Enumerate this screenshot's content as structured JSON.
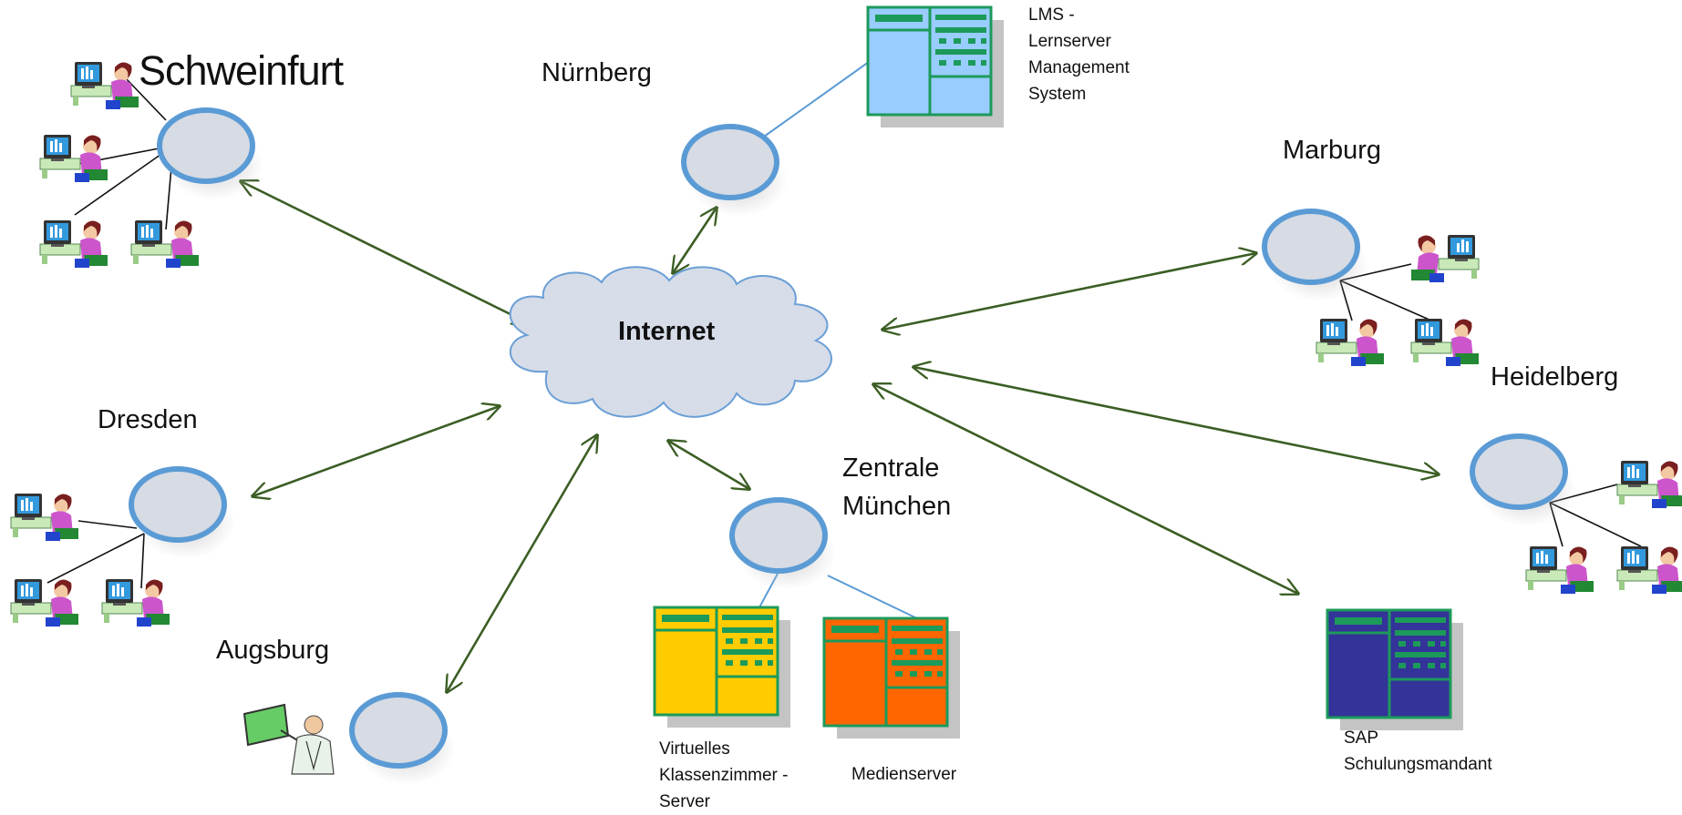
{
  "cloud": {
    "label": "Internet"
  },
  "cities": {
    "schweinfurt": "Schweinfurt",
    "nuernberg": "Nürnberg",
    "marburg": "Marburg",
    "heidelberg": "Heidelberg",
    "dresden": "Dresden",
    "augsburg": "Augsburg",
    "zentrale": "Zentrale\nMünchen"
  },
  "servers": {
    "lms": "LMS -\nLernserver\nManagement\nSystem",
    "virtual": "Virtuelles\nKlassenzimmer -\nServer",
    "media": "Medienserver",
    "sap": "SAP\nSchulungsmandant"
  },
  "colors": {
    "node_fill": "#d6dbe4",
    "node_stroke": "#5b9bd5",
    "arrow": "#3b5e24",
    "cloud_fill": "#d6dde8",
    "lms_server": "#99ccff",
    "virtual_server": "#ffcc00",
    "media_server": "#ff6600",
    "sap_server": "#333399",
    "server_frame": "#1c9a5a"
  },
  "icons": [
    "user-at-computer-icon",
    "teacher-presenting-icon",
    "server-rack-icon",
    "cloud-icon"
  ]
}
